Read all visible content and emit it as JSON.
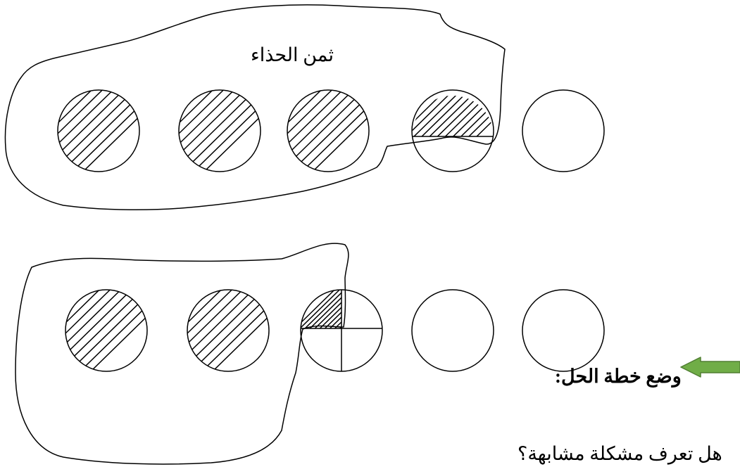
{
  "labels": {
    "shoe_price": "ثمن الحذاء",
    "plan_heading": "وضع خطة الحل:",
    "question": "هل تعرف مشكلة مشابهة؟"
  },
  "colors": {
    "stroke": "#000000",
    "arrow_fill": "#70ad47",
    "arrow_stroke": "#507e32",
    "background": "#ffffff"
  },
  "diagram": {
    "rows": [
      {
        "name": "row-1",
        "circles": [
          {
            "shaded_fraction": 1
          },
          {
            "shaded_fraction": 1
          },
          {
            "shaded_fraction": 1
          },
          {
            "shaded_fraction": 0.5
          },
          {
            "shaded_fraction": 0
          }
        ]
      },
      {
        "name": "row-2",
        "circles": [
          {
            "shaded_fraction": 1
          },
          {
            "shaded_fraction": 1
          },
          {
            "shaded_fraction": 0.25
          },
          {
            "shaded_fraction": 0
          },
          {
            "shaded_fraction": 0
          }
        ]
      }
    ]
  }
}
